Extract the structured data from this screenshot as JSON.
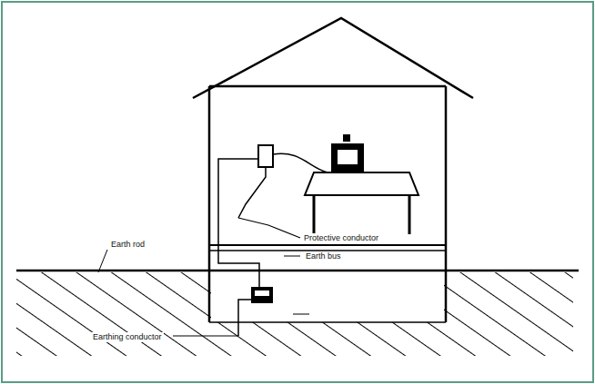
{
  "diagram": {
    "labels": [
      "Earth rod",
      "Protective conductor",
      "Earth bus",
      "Earthing conductor"
    ]
  }
}
